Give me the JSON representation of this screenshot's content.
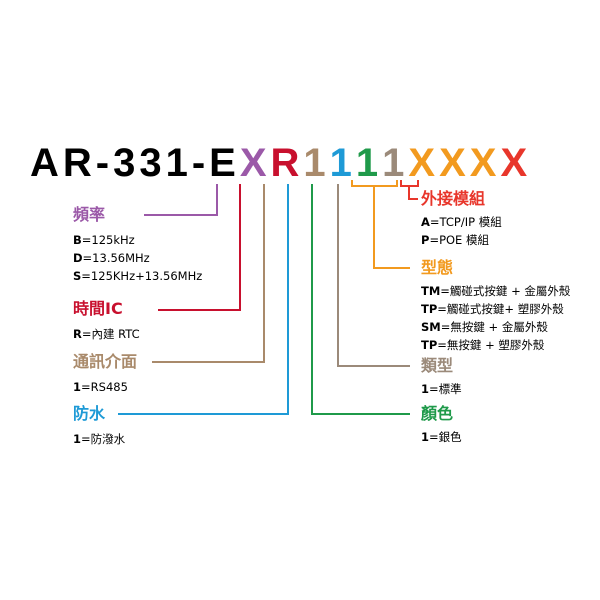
{
  "model": {
    "segments": [
      {
        "text": "AR-331-E",
        "color": "#000000"
      },
      {
        "text": "X",
        "color": "#9b59a8"
      },
      {
        "text": "R",
        "color": "#c8102e"
      },
      {
        "text": "1",
        "color": "#a98a6b"
      },
      {
        "text": "1",
        "color": "#1e9ad6"
      },
      {
        "text": "1",
        "color": "#1f9a4a"
      },
      {
        "text": "1",
        "color": "#9b8a7a"
      },
      {
        "text": "XXX",
        "color": "#f29a1f"
      },
      {
        "text": "X",
        "color": "#e8362b"
      }
    ]
  },
  "blocks": {
    "freq": {
      "title": "頻率",
      "color": "#9b59a8",
      "lines": [
        {
          "key": "B",
          "text": "=125kHz"
        },
        {
          "key": "D",
          "text": "=13.56MHz"
        },
        {
          "key": "S",
          "text": "=125KHz+13.56MHz"
        }
      ]
    },
    "clock": {
      "title": "時間IC",
      "color": "#c8102e",
      "lines": [
        {
          "key": "R",
          "text": "=內建 RTC"
        }
      ]
    },
    "comm": {
      "title": "通訊介面",
      "color": "#a98a6b",
      "lines": [
        {
          "key": "1",
          "text": "=RS485"
        }
      ]
    },
    "water": {
      "title": "防水",
      "color": "#1e9ad6",
      "lines": [
        {
          "key": "1",
          "text": "=防潑水"
        }
      ]
    },
    "external": {
      "title": "外接模組",
      "color": "#e8362b",
      "lines": [
        {
          "key": "A",
          "text": "=TCP/IP 模組"
        },
        {
          "key": "P",
          "text": "=POE 模組"
        }
      ]
    },
    "style": {
      "title": "型態",
      "color": "#f29a1f",
      "lines": [
        {
          "key": "TM",
          "text": "=觸碰式按鍵 + 金屬外殼"
        },
        {
          "key": "TP",
          "text": "=觸碰式按鍵+ 塑膠外殼"
        },
        {
          "key": "SM",
          "text": "=無按鍵 + 金屬外殼"
        },
        {
          "key": "TP",
          "text": "=無按鍵 + 塑膠外殼"
        }
      ]
    },
    "type": {
      "title": "類型",
      "color": "#9b8a7a",
      "lines": [
        {
          "key": "1",
          "text": "=標準"
        }
      ]
    },
    "color": {
      "title": "顏色",
      "color": "#1f9a4a",
      "lines": [
        {
          "key": "1",
          "text": "=銀色"
        }
      ]
    }
  }
}
